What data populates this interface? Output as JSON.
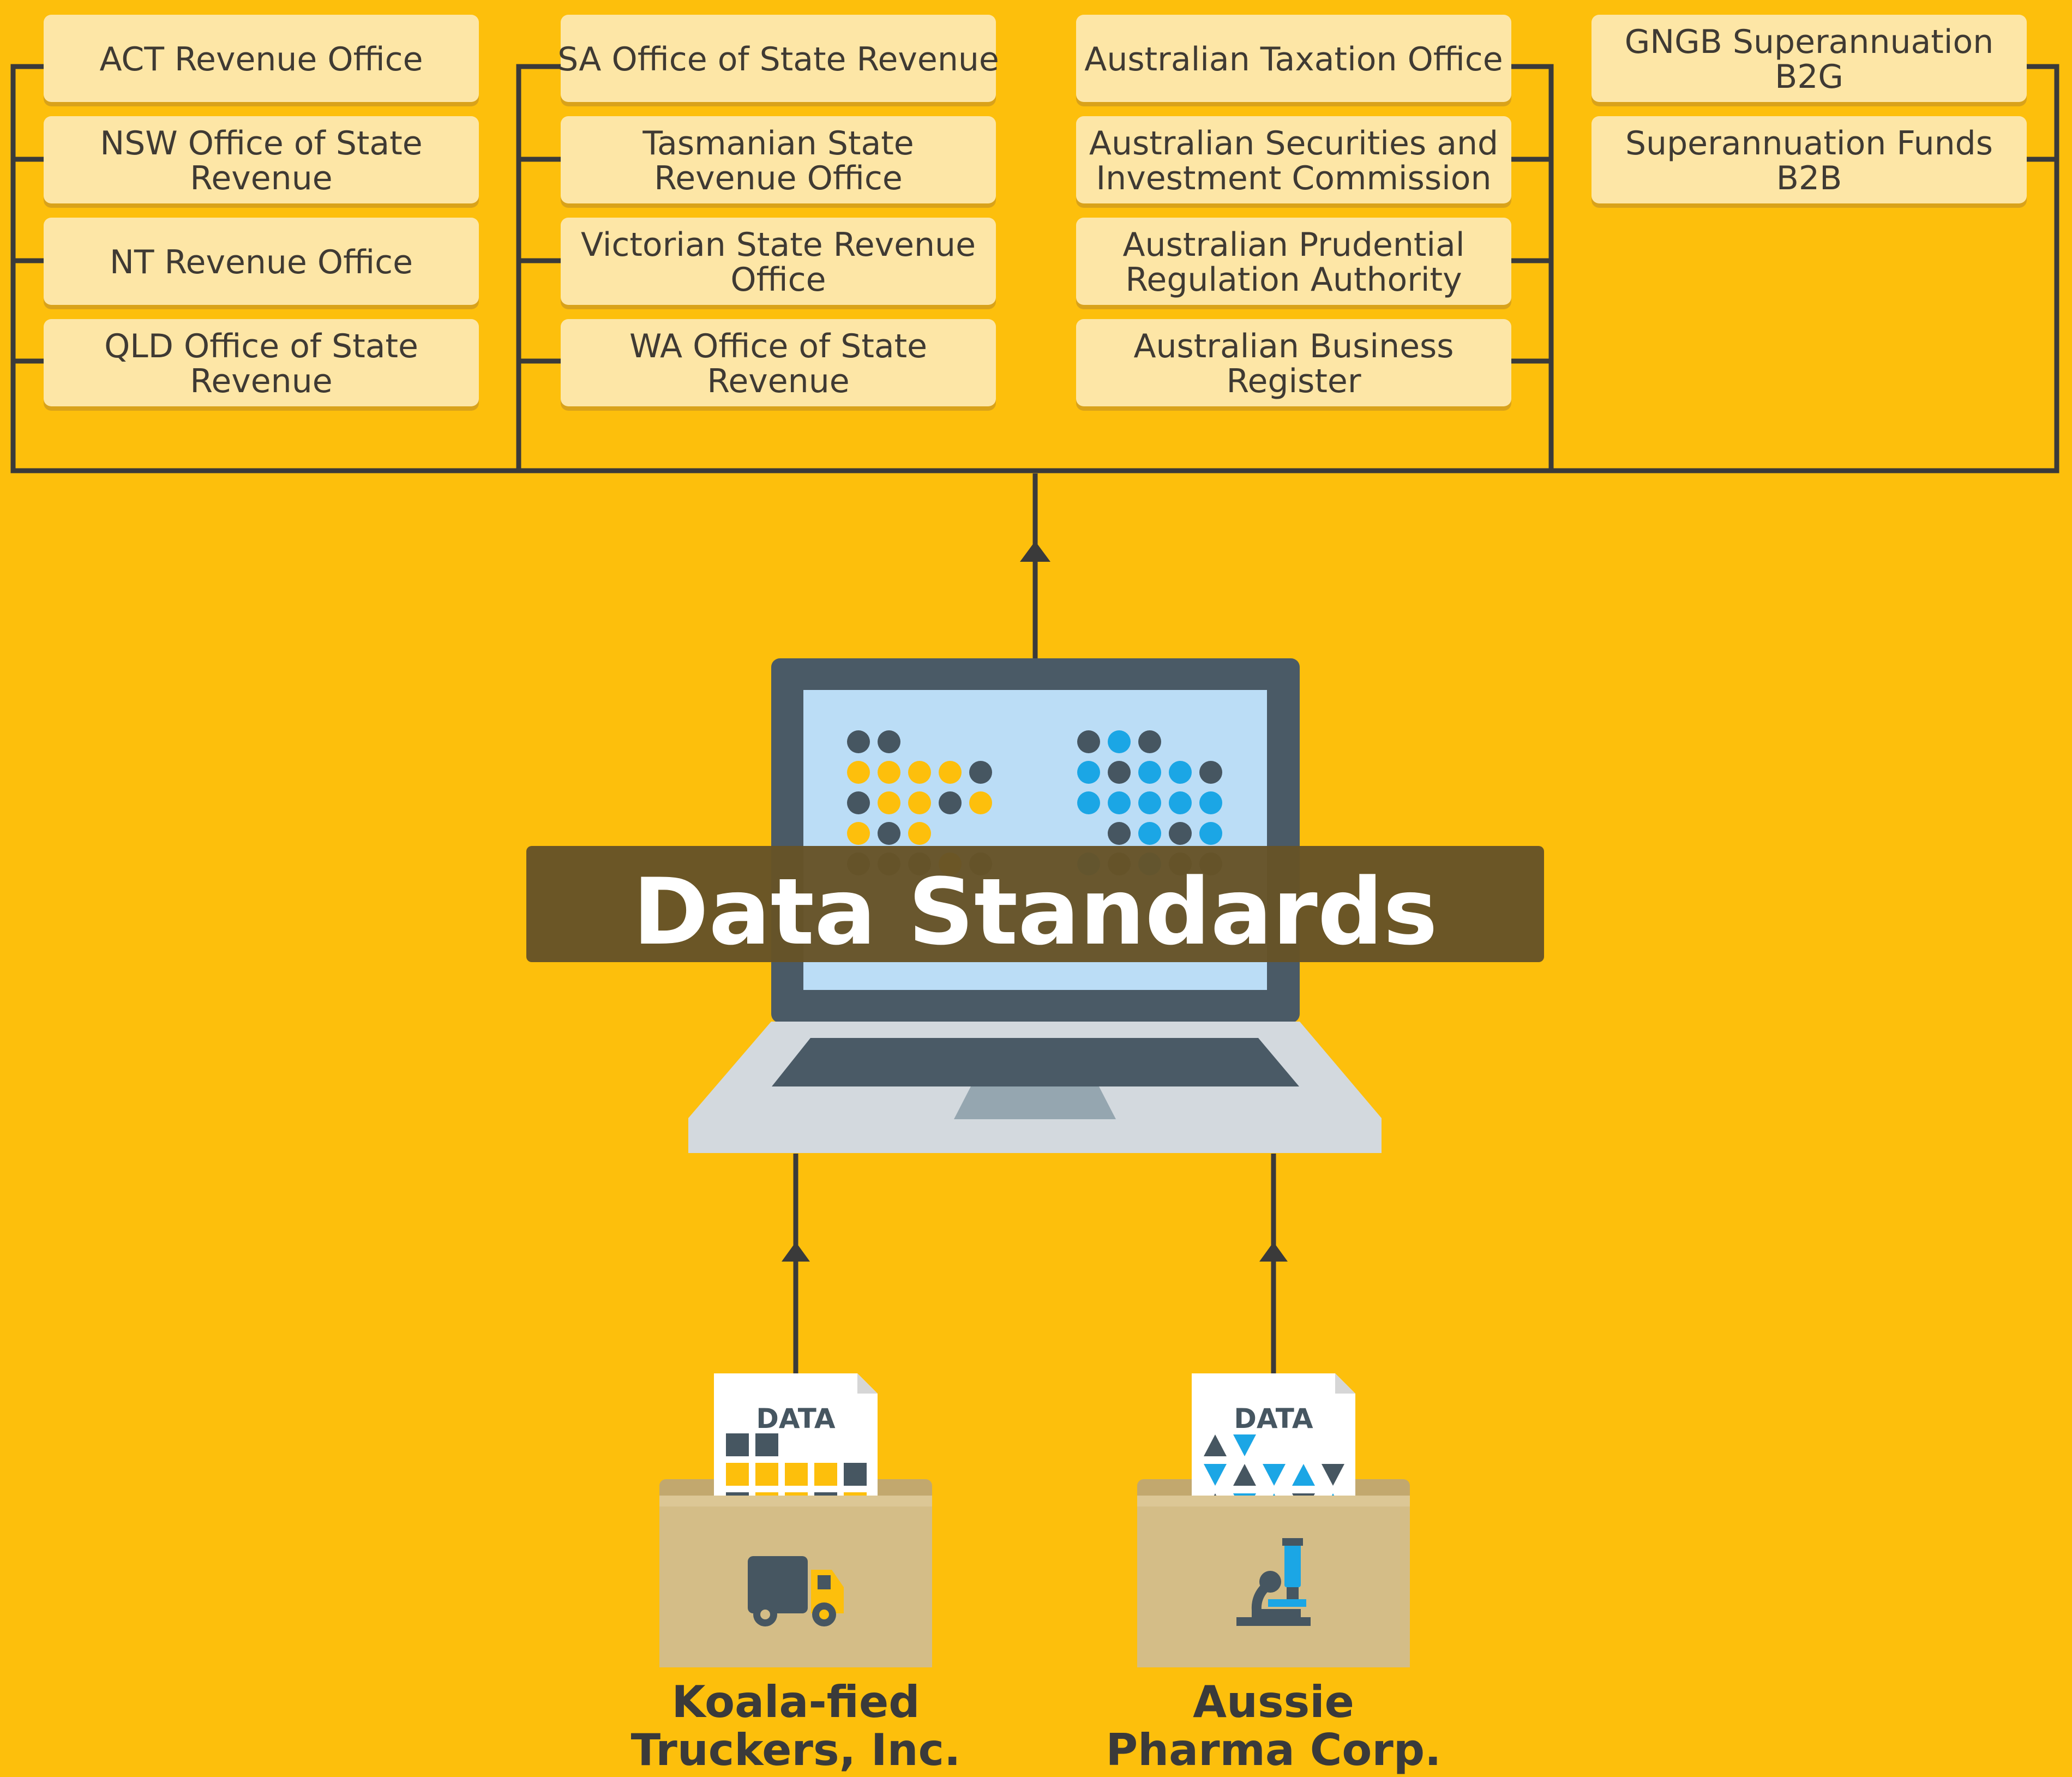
{
  "agencies": {
    "col1": [
      "ACT Revenue Office",
      [
        "NSW Office of State",
        "Revenue"
      ],
      "NT Revenue Office",
      [
        "QLD Office of State",
        "Revenue"
      ]
    ],
    "col2": [
      "SA Office of State Revenue",
      [
        "Tasmanian State",
        "Revenue Office"
      ],
      [
        "Victorian State Revenue",
        "Office"
      ],
      [
        "WA Office of State",
        "Revenue"
      ]
    ],
    "col3": [
      "Australian Taxation Office",
      [
        "Australian Securities and",
        "Investment Commission"
      ],
      [
        "Australian Prudential",
        "Regulation Authority"
      ],
      [
        "Australian Business",
        "Register"
      ]
    ],
    "col4": [
      [
        "GNGB Superannuation",
        "B2G"
      ],
      [
        "Superannuation Funds",
        "B2B"
      ]
    ]
  },
  "hub": {
    "title": "Data Standards"
  },
  "sources": [
    {
      "doc_label": "DATA",
      "name": [
        "Koala-fied",
        "Truckers, Inc."
      ],
      "icon": "truck-icon",
      "accent": "#FDBF0C"
    },
    {
      "doc_label": "DATA",
      "name": [
        "Aussie",
        "Pharma Corp."
      ],
      "icon": "microscope-icon",
      "accent": "#1BA6E5"
    }
  ],
  "colors": {
    "background": "#FDBF0C",
    "box_fill": "#FDE6A6",
    "line": "#3A3A3A",
    "laptop_frame": "#4A5A66",
    "laptop_screen": "#BBDDF6",
    "laptop_base": "#D3D9DE",
    "banner": "#665327",
    "folder": "#D4BD87",
    "dark_block": "#465661",
    "blue_accent": "#1BA6E5",
    "yellow_accent": "#FDBF0C"
  }
}
